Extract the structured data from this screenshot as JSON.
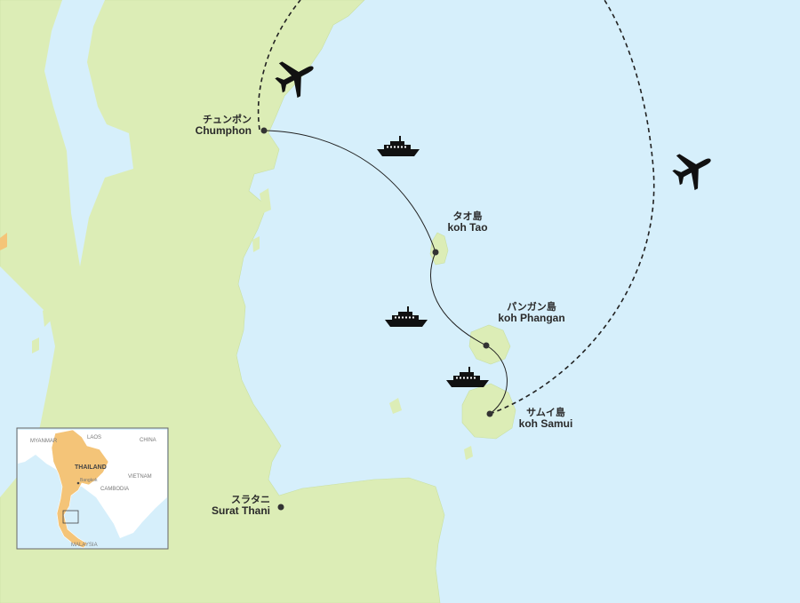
{
  "map": {
    "colors": {
      "sea": "#d6effb",
      "land": "#dcedb6",
      "route": "#222222",
      "thailand": "#f4c478"
    },
    "icons": {
      "airplane": "airplane-icon",
      "ferry": "ferry-icon"
    }
  },
  "places": {
    "chumphon": {
      "jp": "チュンポン",
      "en": "Chumphon"
    },
    "koh_tao": {
      "jp": "タオ島",
      "en": "koh Tao"
    },
    "koh_phangan": {
      "jp": "パンガン島",
      "en": "koh Phangan"
    },
    "koh_samui": {
      "jp": "サムイ島",
      "en": "koh Samui"
    },
    "surat_thani": {
      "jp": "スラタニ",
      "en": "Surat Thani"
    }
  },
  "inset": {
    "labels": {
      "myanmar": "MYANMAR",
      "laos": "LAOS",
      "china": "CHINA",
      "thailand": "THAILAND",
      "bangkok": "Bangkok",
      "vietnam": "VIETNAM",
      "cambodia": "CAMBODIA",
      "malaysia": "MALAYSIA"
    }
  }
}
